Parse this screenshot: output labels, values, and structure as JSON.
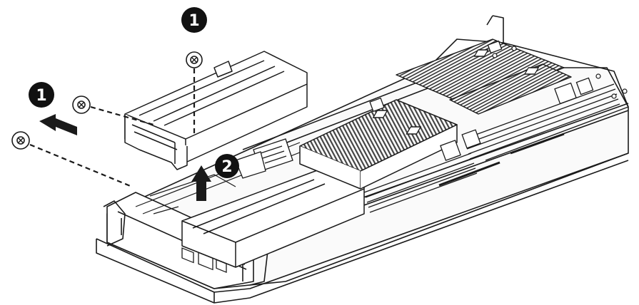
{
  "steps": [
    {
      "label": "1"
    },
    {
      "label": "1"
    },
    {
      "label": "2"
    }
  ],
  "colors": {
    "line": "#1a1a1a",
    "badge_fill": "#111111",
    "badge_text": "#ffffff",
    "heatsink": "#555555",
    "background": "#ffffff"
  },
  "icons": [
    "screw-icon",
    "arrow-left-icon",
    "arrow-up-icon"
  ]
}
